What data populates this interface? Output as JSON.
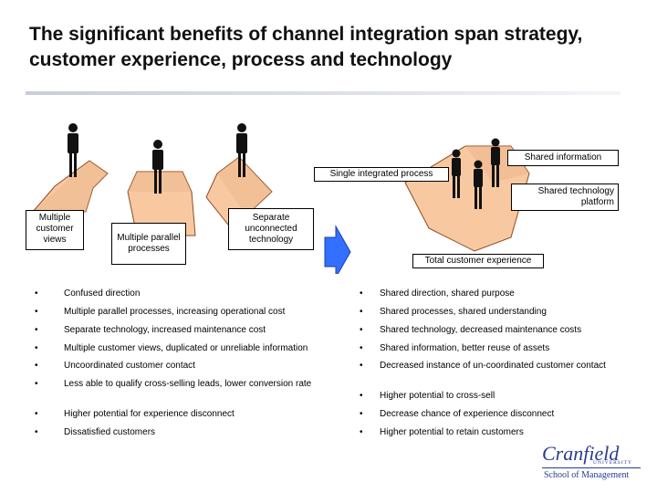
{
  "title": "The significant benefits of channel integration span strategy, customer experience, process and technology",
  "diagram": {
    "left_labels": {
      "customer_views": "Multiple customer views",
      "parallel_processes": "Multiple parallel processes",
      "technology": "Separate unconnected technology"
    },
    "right_labels": {
      "shared_information": "Shared information",
      "integrated_process": "Single integrated process",
      "shared_technology": "Shared technology platform",
      "total_experience": "Total customer experience"
    },
    "colors": {
      "fan_fill": "#f8c9a0",
      "fan_stroke": "#8f4a26",
      "arrow_fill": "#3370ff",
      "person": "#111111"
    }
  },
  "left_list": [
    "Confused direction",
    "Multiple parallel processes, increasing operational cost",
    "Separate technology, increased maintenance cost",
    "Multiple customer views, duplicated or unreliable information",
    "Uncoordinated customer contact",
    "Less able to qualify cross-selling leads, lower conversion rate",
    "Higher potential for experience disconnect",
    "Dissatisfied customers"
  ],
  "right_list": [
    "Shared direction, shared purpose",
    "Shared processes, shared understanding",
    "Shared technology, decreased maintenance costs",
    "Shared information, better reuse of assets",
    "Decreased instance of un-coordinated customer contact",
    "Higher potential to cross-sell",
    "Decrease chance of experience disconnect",
    "Higher potential to retain customers"
  ],
  "bullet_char": "•",
  "logo": {
    "name": "Cranfield",
    "university": "UNIVERSITY",
    "school": "School of Management"
  }
}
